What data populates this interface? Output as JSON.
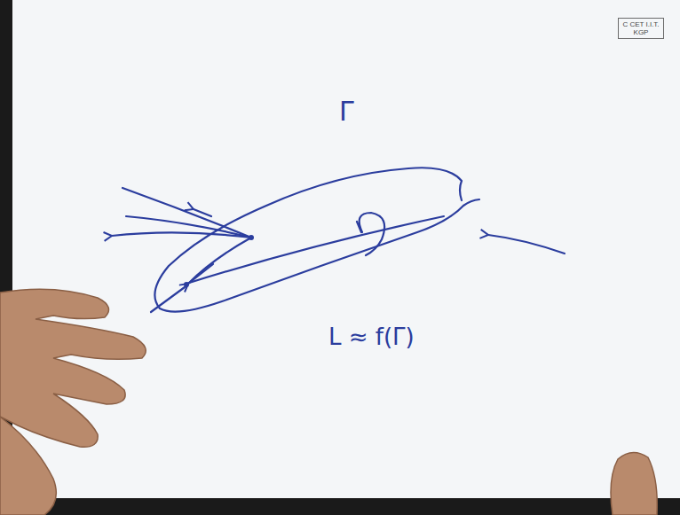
{
  "diagram": {
    "nodes": [
      {
        "text": [
          "C CET I.I.T. KGP"
        ]
      }
    ],
    "labels": [
      "Γ",
      "L ≈ f(Γ)"
    ]
  }
}
